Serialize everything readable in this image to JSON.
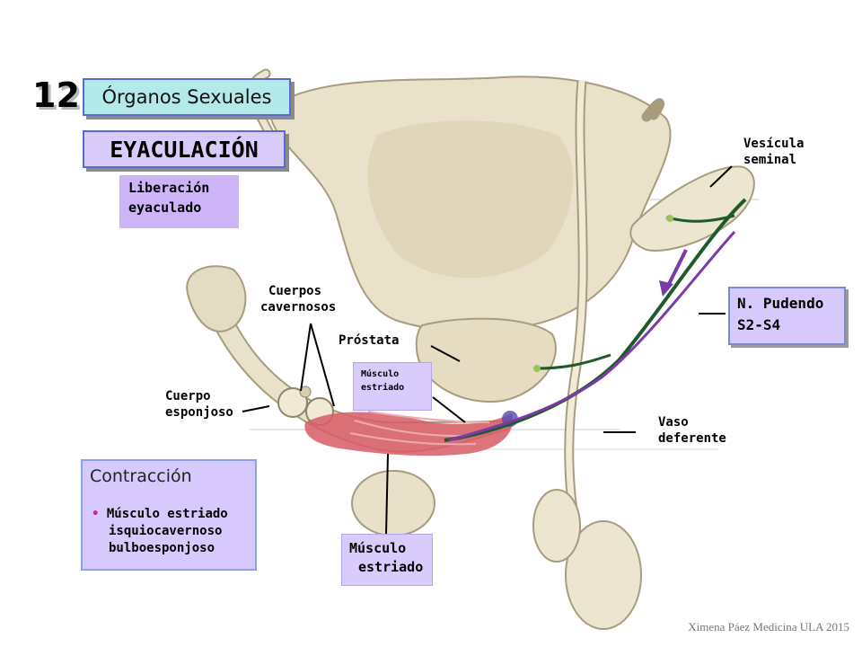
{
  "slide": {
    "number": "12.",
    "section": "Órganos Sexuales",
    "topic": "EYACULACIÓN",
    "phase": [
      "Liberación",
      "eyaculado"
    ]
  },
  "contraction": {
    "title": "Contracción",
    "bullet": "•",
    "items": [
      "Músculo estriado",
      "isquiocavernoso",
      "bulboesponjoso"
    ]
  },
  "nerve": [
    "N. Pudendo",
    "S2-S4"
  ],
  "labels": {
    "vesicula": [
      "Vesícula",
      "seminal"
    ],
    "cuerpos_cavernosos": [
      "Cuerpos",
      "cavernosos"
    ],
    "prostata": "Próstata",
    "musculo_estriado_small": [
      "Músculo",
      "estriado"
    ],
    "cuerpo_esponjoso": [
      "Cuerpo",
      "esponjoso"
    ],
    "vaso_deferente": [
      "Vaso",
      "deferente"
    ],
    "musculo_estriado_bottom": [
      "Músculo",
      "estriado"
    ]
  },
  "credit": "Ximena Páez Medicina ULA 2015"
}
